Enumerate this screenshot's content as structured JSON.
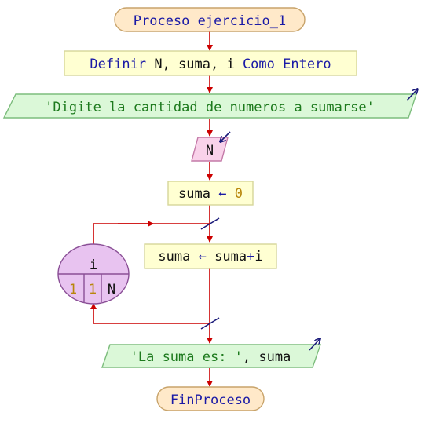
{
  "process": {
    "keyword": "Proceso",
    "name": "ejercicio_1",
    "end_label": "FinProceso"
  },
  "define": {
    "keyword": "Definir",
    "vars": "N, suma, i",
    "como": "Como",
    "type": "Entero"
  },
  "write_prompt": {
    "text": "'Digite la cantidad de numeros a sumarse'"
  },
  "read": {
    "variable": "N"
  },
  "assign_init": {
    "target": "suma",
    "arrow": "←",
    "value": "0"
  },
  "loop": {
    "variable": "i",
    "start": "1",
    "step": "1",
    "end": "N"
  },
  "assign_body": {
    "target": "suma",
    "arrow": "←",
    "expr_left": "suma",
    "op": "+",
    "expr_right": "i"
  },
  "write_result": {
    "string": "'La suma es: '",
    "separator": ",",
    "variable": "suma"
  },
  "colors": {
    "flow_line": "#cc0000",
    "terminal_fill": "#ffe9c9",
    "terminal_stroke": "#c8a36a",
    "process_fill": "#ffffd2",
    "process_stroke": "#d6d699",
    "io_fill": "#dbf8d8",
    "io_stroke": "#7dbd7d",
    "read_fill": "#f9d2ea",
    "read_stroke": "#c47aa8",
    "loop_fill": "#e8c3f0",
    "loop_stroke": "#8a4f96",
    "io_arrow": "#1a1a7a"
  }
}
